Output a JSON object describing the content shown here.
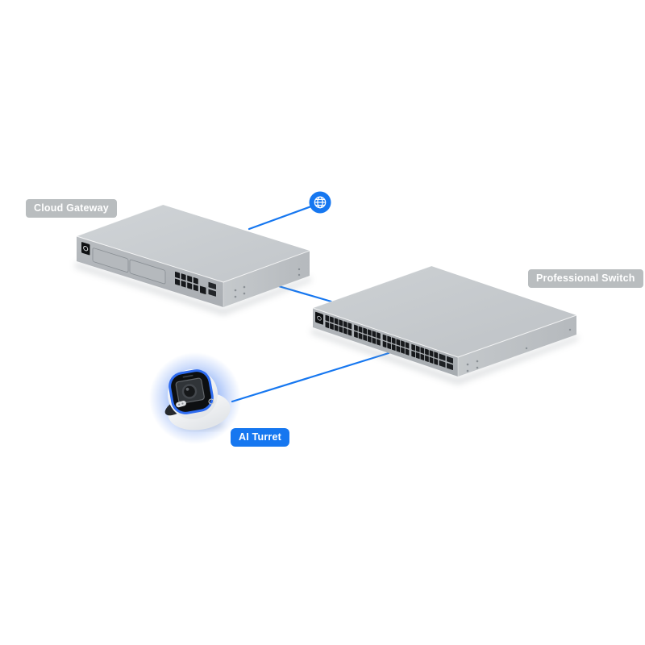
{
  "page": {
    "background": "#ffffff"
  },
  "colors": {
    "accent_blue": "#1677f0",
    "badge_gray": "#b9bdbf",
    "device_gray": "#c6cacd",
    "port_black": "#17191c"
  },
  "diagram": {
    "type": "network-topology",
    "line_color": "#1677f0",
    "nodes": [
      {
        "id": "internet",
        "kind": "icon",
        "icon": "globe-icon",
        "color": "#1677f0"
      },
      {
        "id": "cloud-gateway",
        "kind": "rack-device",
        "label": "Cloud Gateway",
        "badge": "gray",
        "rj45_ports": 8,
        "wan_ports": 1,
        "sfp_ports": 2,
        "drive_bays": 2
      },
      {
        "id": "professional-switch",
        "kind": "rack-device",
        "label": "Professional Switch",
        "badge": "gray",
        "rj45_ports": 48,
        "sfp_ports": 4
      },
      {
        "id": "ai-turret",
        "kind": "camera",
        "label": "AI Turret",
        "badge": "blue"
      }
    ],
    "connections": [
      {
        "from": "internet",
        "to": "cloud-gateway"
      },
      {
        "from": "cloud-gateway",
        "to": "professional-switch"
      },
      {
        "from": "professional-switch",
        "to": "ai-turret"
      }
    ]
  }
}
